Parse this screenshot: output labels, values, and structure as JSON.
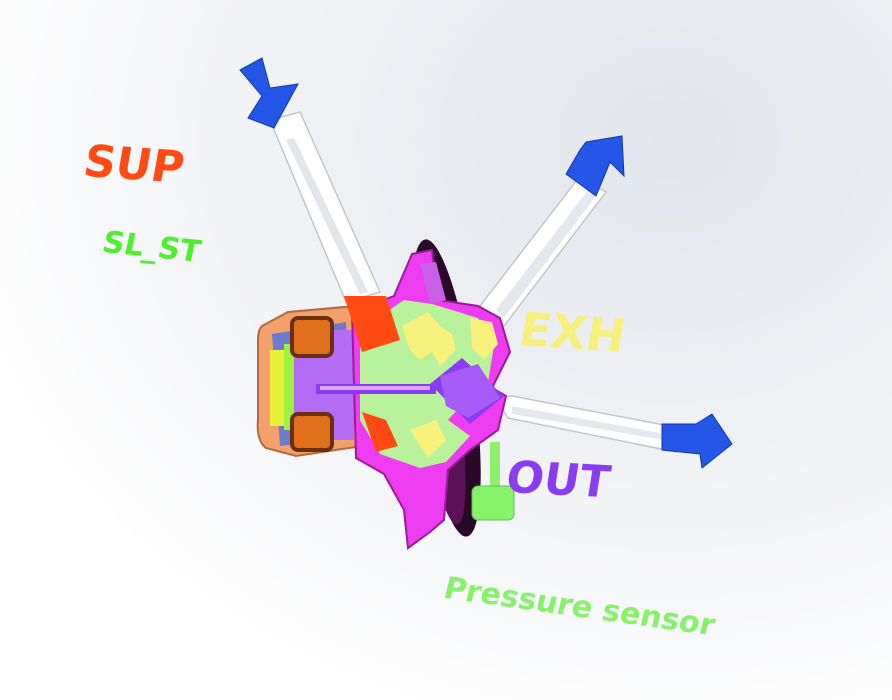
{
  "labels": {
    "sup": "SUP",
    "sl_st": "SL_ST",
    "exh": "EXH",
    "out": "OUT",
    "pressure_sensor": "Pressure sensor"
  },
  "colors": {
    "sup": "#ff4a14",
    "sl_st": "#4cf02c",
    "exh": "#f7f07a",
    "out": "#8a3cf2",
    "pressure_sensor": "#86f26a",
    "flow_arrow": "#2456e8",
    "body_magenta": "#ee3cf0",
    "housing_orange": "#f4a06a",
    "coil": "#e0701c"
  },
  "icons": {
    "supply_arrow": "arrow-down-right-icon",
    "exhaust_arrow": "arrow-up-right-icon",
    "output_arrow": "arrow-right-icon"
  }
}
